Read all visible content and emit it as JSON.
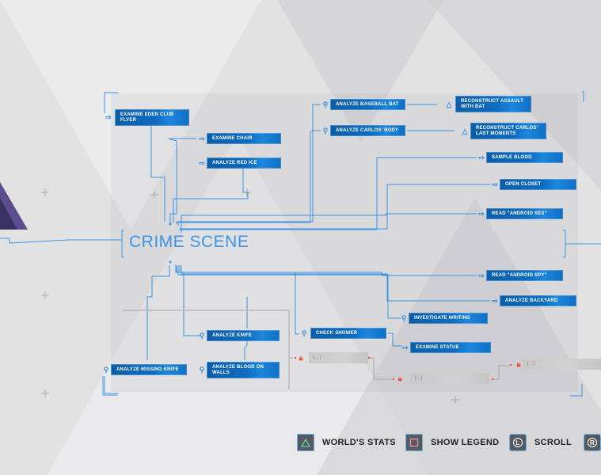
{
  "title": "CRIME SCENE",
  "nodes": [
    {
      "label": "Examine Eden Club Flyer",
      "icon": "arrow"
    },
    {
      "label": "Examine Chair",
      "icon": "arrow"
    },
    {
      "label": "Analyze Red Ice",
      "icon": "arrow"
    },
    {
      "label": "Analyze Baseball Bat",
      "icon": "magnifier"
    },
    {
      "label": "Reconstruct Assault with Bat",
      "icon": "triangle"
    },
    {
      "label": "Analyze Carlos' Body",
      "icon": "magnifier"
    },
    {
      "label": "Reconstruct Carlos' Last Moments",
      "icon": "triangle"
    },
    {
      "label": "Sample Blood",
      "icon": "arrow"
    },
    {
      "label": "Open Closet",
      "icon": "arrow"
    },
    {
      "label": "Read \"Android Sex\"",
      "icon": "arrow"
    },
    {
      "label": "Read \"Android Spy\"",
      "icon": "arrow"
    },
    {
      "label": "Analyze Backyard",
      "icon": "arrow"
    },
    {
      "label": "Investigate Writing",
      "icon": "magnifier"
    },
    {
      "label": "Check Shower",
      "icon": "magnifier"
    },
    {
      "label": "Examine Statue",
      "icon": "arrow"
    },
    {
      "label": "Analyze Knife",
      "icon": "magnifier"
    },
    {
      "label": "Analyze Missing Knife",
      "icon": "magnifier"
    },
    {
      "label": "Analyze Blood on Walls",
      "icon": "magnifier"
    },
    {
      "label": "[...]",
      "icon": "lock"
    },
    {
      "label": "[...]",
      "icon": "lock"
    },
    {
      "label": "[...]",
      "icon": "lock"
    }
  ],
  "footer": {
    "worlds_stats": "WORLD'S STATS",
    "show_legend": "SHOW LEGEND",
    "scroll": "SCROLL",
    "l_label": "L",
    "r_label": "R"
  },
  "colors": {
    "accent": "#1d86dd",
    "node": "#0b5ea8",
    "lock": "#f04a2a",
    "triangle_btn": "#5fd3b0",
    "square_btn": "#f08db0"
  }
}
